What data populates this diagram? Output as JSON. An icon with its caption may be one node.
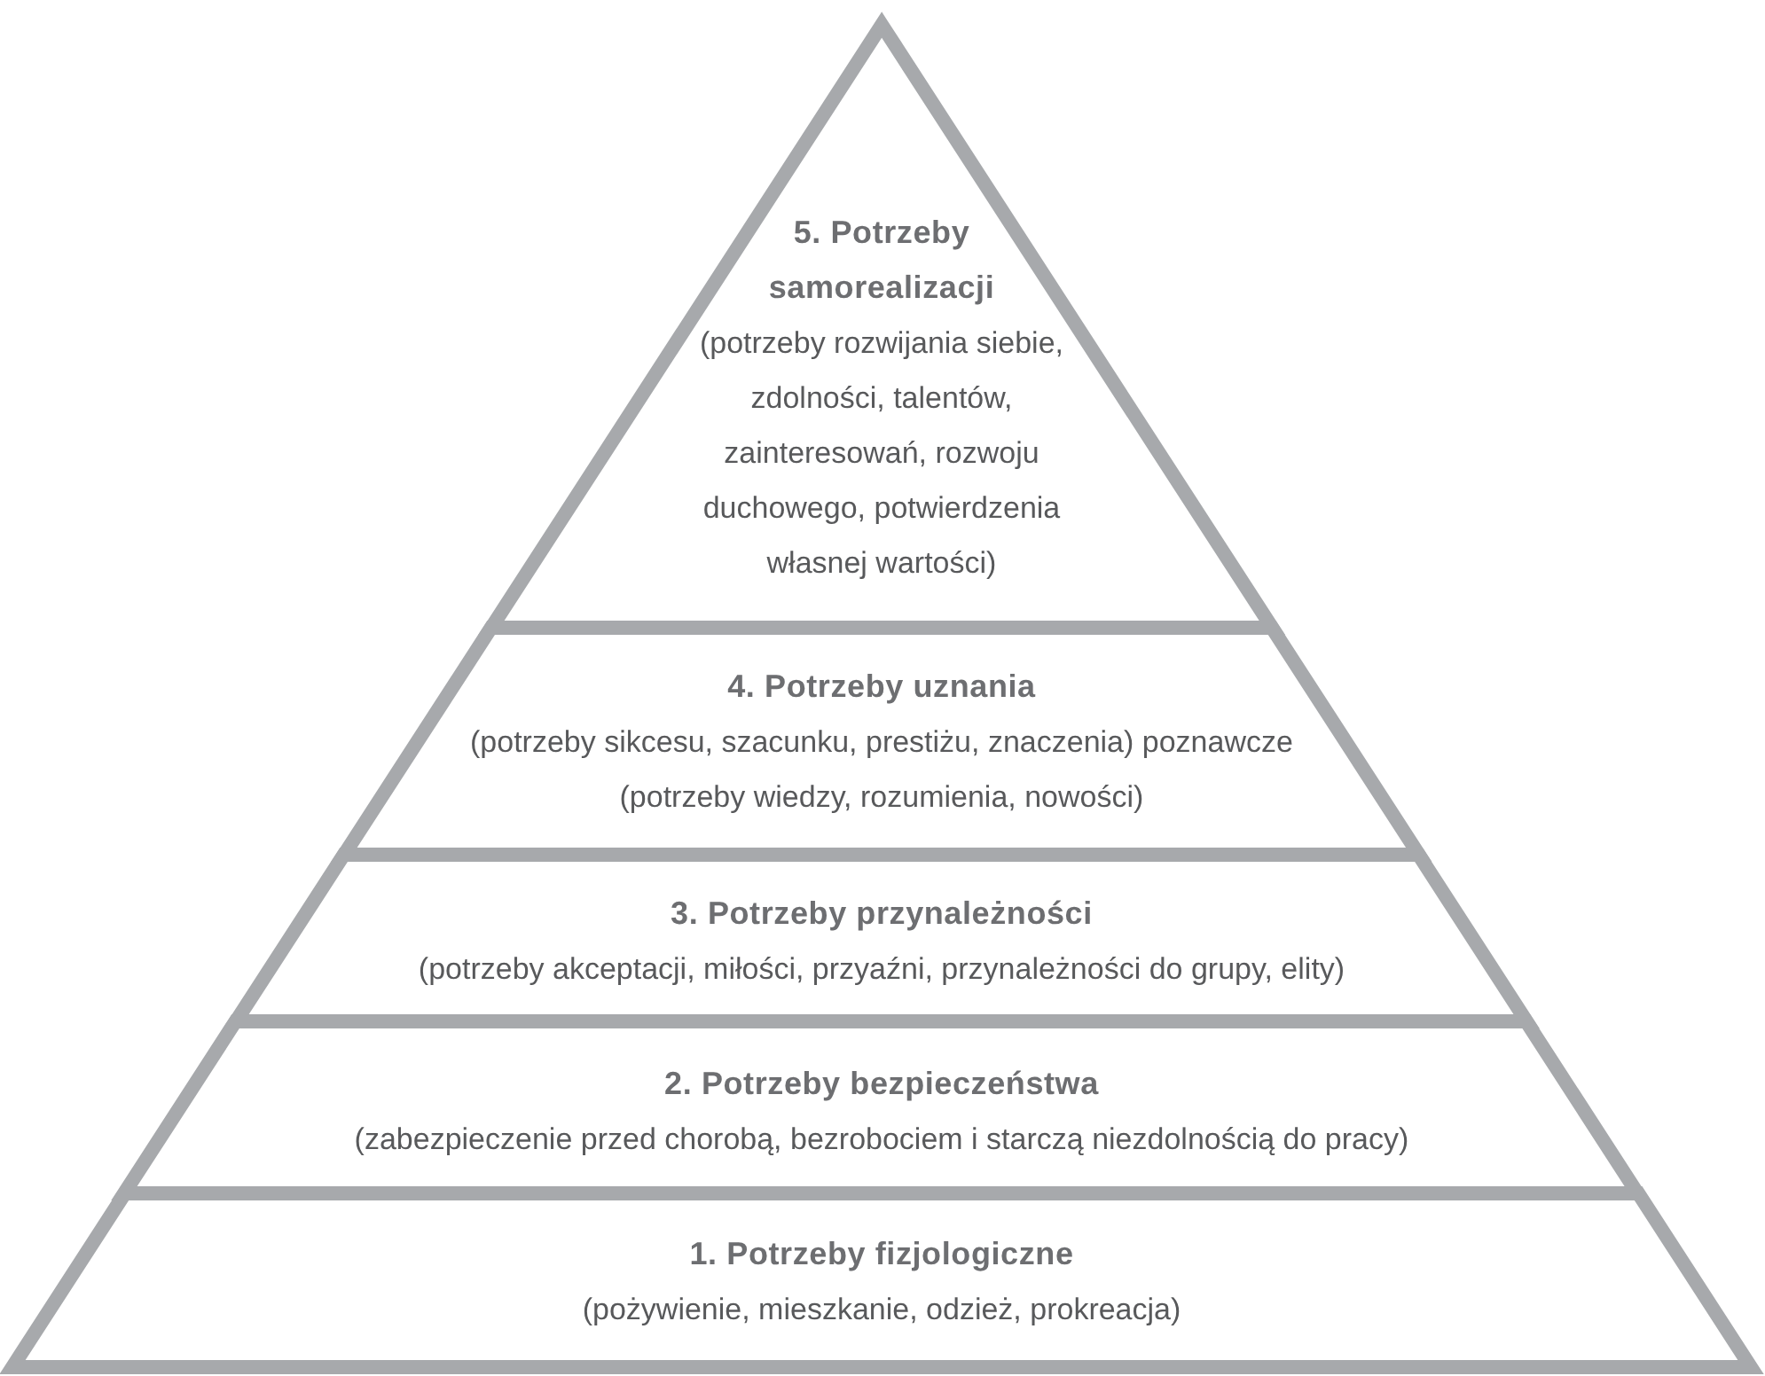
{
  "diagram": {
    "nodes": [
      {
        "text": [
          "5. Potrzeby samorealizacji",
          "(potrzeby rozwijania siebie, zdolności, talentów, zainteresowań, rozwoju duchowego, potwierdzenia własnej wartości)"
        ]
      },
      {
        "text": [
          "4. Potrzeby uznania",
          "(potrzeby sikcesu, szacunku, prestiżu, znaczenia) poznawcze (potrzeby wiedzy, rozumienia, nowości)"
        ]
      },
      {
        "text": [
          "3. Potrzeby przynależności",
          "(potrzeby akceptacji, miłości, przyaźni, przynależności do grupy, elity)"
        ]
      },
      {
        "text": [
          "2. Potrzeby bezpieczeństwa",
          "(zabezpieczenie przed chorobą, bezrobociem i starczą niezdolnością do pracy)"
        ]
      },
      {
        "text": [
          "1. Potrzeby fizjologiczne",
          "(pożywienie, mieszkanie, odzież, prokreacja)"
        ]
      }
    ]
  }
}
